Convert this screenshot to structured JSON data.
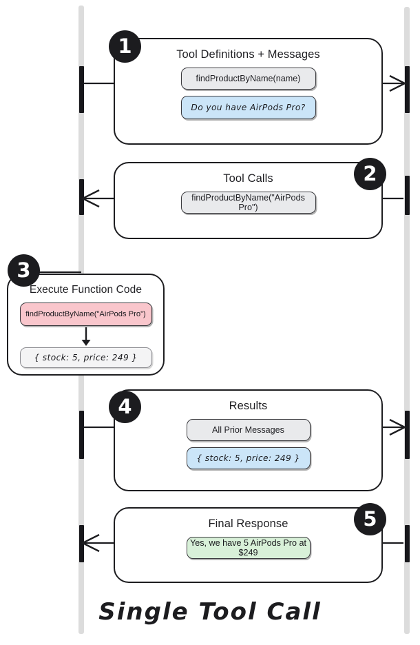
{
  "caption": "Single Tool Call",
  "lifelines": [
    {
      "name": "left-lifeline"
    },
    {
      "name": "right-lifeline"
    }
  ],
  "steps": [
    {
      "number": "1",
      "title": "Tool Definitions + Messages",
      "direction": "right",
      "chips": [
        {
          "text": "findProductByName(name)",
          "style": "grey",
          "font": "sans"
        },
        {
          "text": "Do you have AirPods Pro?",
          "style": "blue",
          "font": "hand"
        }
      ]
    },
    {
      "number": "2",
      "title": "Tool Calls",
      "direction": "left",
      "chips": [
        {
          "text": "findProductByName(\"AirPods Pro\")",
          "style": "grey",
          "font": "sans"
        }
      ]
    },
    {
      "number": "3",
      "title": "Execute Function Code",
      "direction": "none",
      "chips": [
        {
          "text": "findProductByName(\"AirPods Pro\")",
          "style": "pink",
          "font": "sans"
        },
        {
          "text": "{ stock: 5, price: 249 }",
          "style": "plain",
          "font": "hand"
        }
      ]
    },
    {
      "number": "4",
      "title": "Results",
      "direction": "right",
      "chips": [
        {
          "text": "All Prior Messages",
          "style": "grey",
          "font": "sans"
        },
        {
          "text": "{ stock: 5, price: 249 }",
          "style": "blue",
          "font": "hand"
        }
      ]
    },
    {
      "number": "5",
      "title": "Final Response",
      "direction": "left",
      "chips": [
        {
          "text": "Yes, we have 5 AirPods Pro at $249",
          "style": "green",
          "font": "sans"
        }
      ]
    }
  ],
  "colors": {
    "ink": "#1c1c1f",
    "lifeline": "#dcdcdc",
    "grey_chip": "#e9eaec",
    "blue_chip": "#cbe5f8",
    "pink_chip": "#f9c6cc",
    "green_chip": "#d8f0d8",
    "plain_chip": "#f4f4f5"
  }
}
